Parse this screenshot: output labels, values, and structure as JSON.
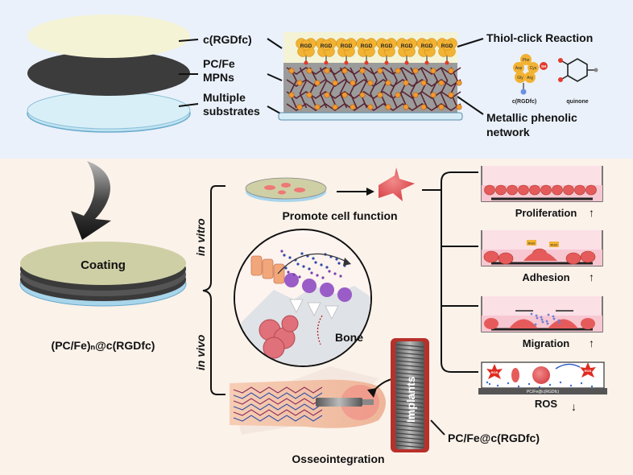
{
  "top_panel": {
    "layer_labels": {
      "crgdfc": "c(RGDfc)",
      "pcfe_line1": "PC/Fe",
      "pcfe_line2": "MPNs",
      "substrates_line1": "Multiple",
      "substrates_line2": "substrates"
    },
    "peptide_label": "RGD",
    "thiol_click": "Thiol-click Reaction",
    "molecule_crgdfc": "c(RGDfc)",
    "molecule_quinone": "quinone",
    "peptide_residues": [
      "Arg",
      "Gly",
      "Asp",
      "Phe",
      "Cys"
    ],
    "sh_label": "SH",
    "metallic_line1": "Metallic phenolic",
    "metallic_line2": "network"
  },
  "bottom_panel": {
    "coating_label": "Coating",
    "formula": "(PC/Fe)ₙ@c(RGDfc)",
    "in_vitro": "in vitro",
    "in_vivo": "in vivo",
    "promote_cell": "Promote cell function",
    "bone_label": "Bone",
    "osseointegration": "Osseointegration",
    "implants_label": "Implants",
    "implant_coating": "PC/Fe@c(RGDfc)",
    "assays": [
      {
        "label": "Proliferation",
        "arrow": "↑"
      },
      {
        "label": "Adhesion",
        "arrow": "↑"
      },
      {
        "label": "Migration",
        "arrow": "↑"
      },
      {
        "label": "ROS",
        "arrow": "↓"
      }
    ],
    "ros_bar_label": "PC/Fe@c(RGDfc)",
    "ros_marker": "ROS",
    "adhesion_peptide": "RGD"
  },
  "colors": {
    "top_bg": "#eaf1fb",
    "bottom_bg": "#fbf2ea",
    "peptide": "#f2b233",
    "network_bg": "#9b9b9b",
    "cell_red": "#e55b5b",
    "cream": "#f4f3d6"
  }
}
